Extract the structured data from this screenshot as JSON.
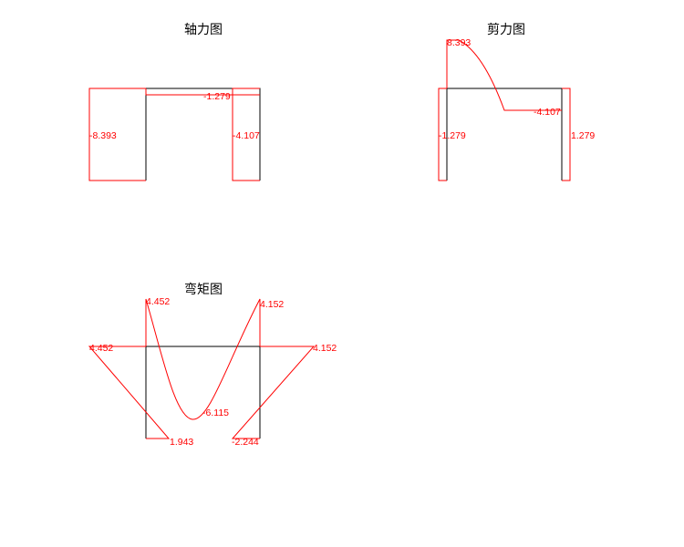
{
  "colors": {
    "frame": "#000000",
    "diagram": "#ff0000"
  },
  "axial": {
    "title": "轴力图",
    "values": {
      "left_column": "-8.393",
      "beam": "-1.279",
      "right_column": "-4.107"
    }
  },
  "shear": {
    "title": "剪力图",
    "values": {
      "left_column": "-1.279",
      "beam_left": "8.393",
      "beam_right": "-4.107",
      "right_column": "1.279"
    }
  },
  "moment": {
    "title": "弯矩图",
    "values": {
      "beam_left_end": "4.452",
      "beam_right_end": "4.152",
      "beam_min": "-6.115",
      "left_top": "4.452",
      "right_top": "4.152",
      "left_base": "1.943",
      "right_base": "-2.244"
    }
  }
}
